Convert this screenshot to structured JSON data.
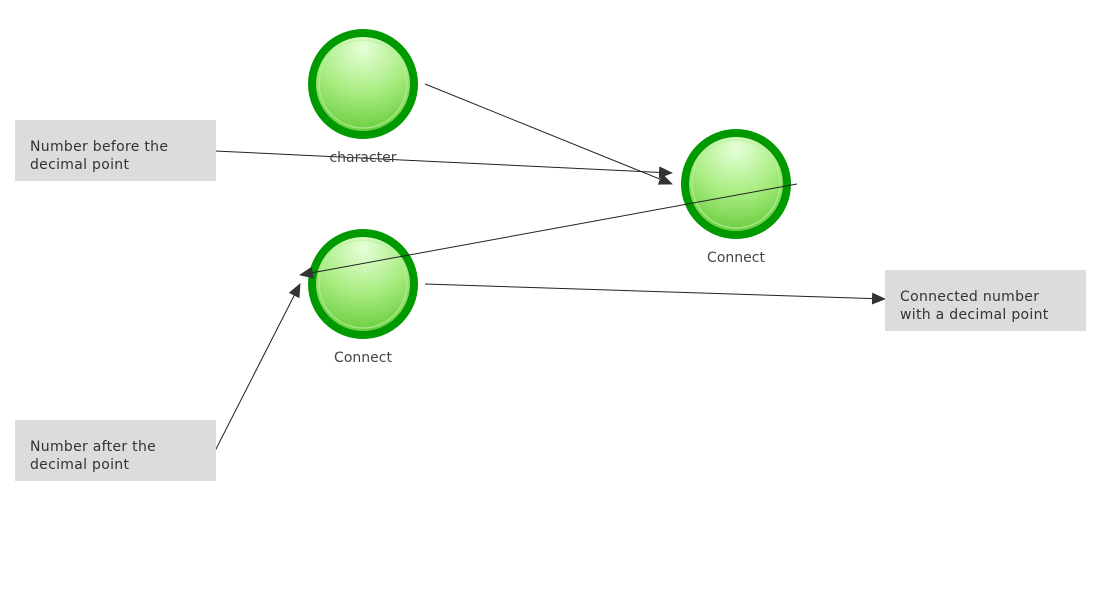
{
  "boxes": {
    "before": "Number before the decimal point",
    "after": "Number after the decimal point",
    "result": "Connected number with a decimal point"
  },
  "nodes": {
    "character": "character",
    "connect_top": "Connect",
    "connect_left": "Connect"
  },
  "colors": {
    "ring": "#009900",
    "fill_light": "#e0ffd0",
    "fill_dark": "#66cc33",
    "box": "#dcdcdc"
  }
}
